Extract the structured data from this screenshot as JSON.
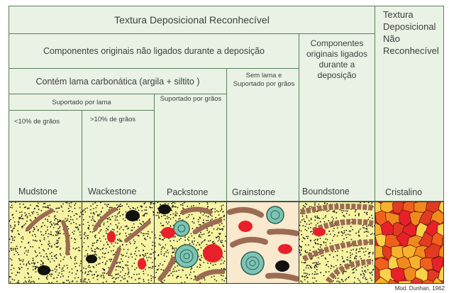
{
  "header": {
    "recognizable": "Textura Deposicional Reconhecível",
    "unrecognizable": "Textura Deposicional Não Reconhecível",
    "not_bound": "Componentes originais não ligados durante a deposição",
    "bound": "Componentes originais ligados durante a deposição",
    "contains_mud": "Contém lama carbonática (argila + siltito )",
    "no_mud": "Sem lama e Suportado por grãos",
    "mud_supported": "Suportado por lama",
    "grain_supported": "Suportado por grãos",
    "lt10": "<10% de grãos",
    "gt10": ">10% de grãos"
  },
  "rocks": [
    "Mudstone",
    "Wackestone",
    "Packstone",
    "Grainstone",
    "Boundstone",
    "Cristalino"
  ],
  "credit": "Mod. Dunhan, 1962",
  "colors": {
    "cell_bg": "#e9f2e5",
    "border": "#5b7f5b",
    "matrix_yellow": "#f6f3a2",
    "grain_bg": "#f8e9cf",
    "red": "#e8202a",
    "teal": "#7cc4b4",
    "brown": "#9c6b54",
    "crystal_orange": "#f08a1c"
  }
}
